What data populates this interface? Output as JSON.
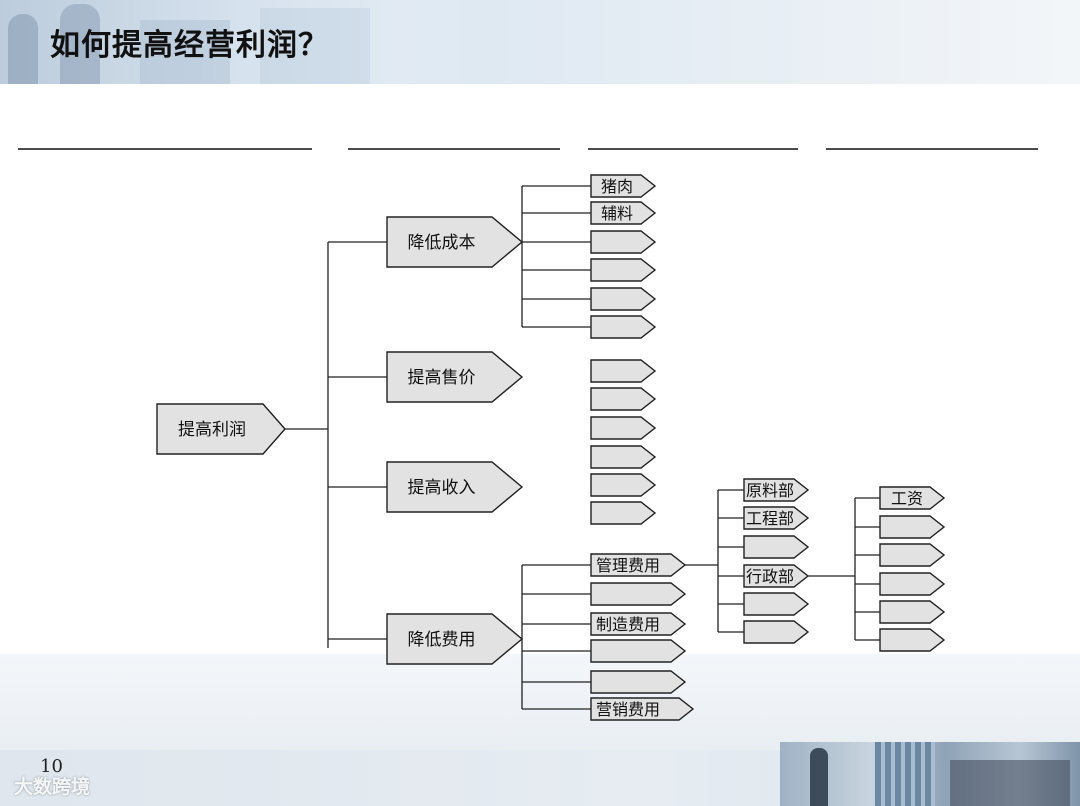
{
  "title": "如何提高经营利润？",
  "page_number": "10",
  "watermark": "大数跨境",
  "column_headers": [
    "",
    "",
    "",
    ""
  ],
  "tree": {
    "root": {
      "label": "提高利润"
    },
    "level1": [
      {
        "label": "降低成本"
      },
      {
        "label": "提高售价"
      },
      {
        "label": "提高收入"
      },
      {
        "label": "降低费用"
      }
    ],
    "cost_items": [
      "猪肉",
      "辅料",
      "",
      "",
      "",
      ""
    ],
    "price_items": [
      "",
      "",
      "",
      "",
      "",
      ""
    ],
    "expense_items": [
      "管理费用",
      "",
      "制造费用",
      "",
      "",
      "营销费用"
    ],
    "departments": [
      "原料部",
      "工程部",
      "",
      "行政部",
      "",
      ""
    ],
    "admin_items": [
      "工资",
      "",
      "",
      "",
      "",
      ""
    ]
  },
  "colors": {
    "node_fill": "#e2e2e2",
    "node_stroke": "#222222",
    "line": "#222222"
  }
}
